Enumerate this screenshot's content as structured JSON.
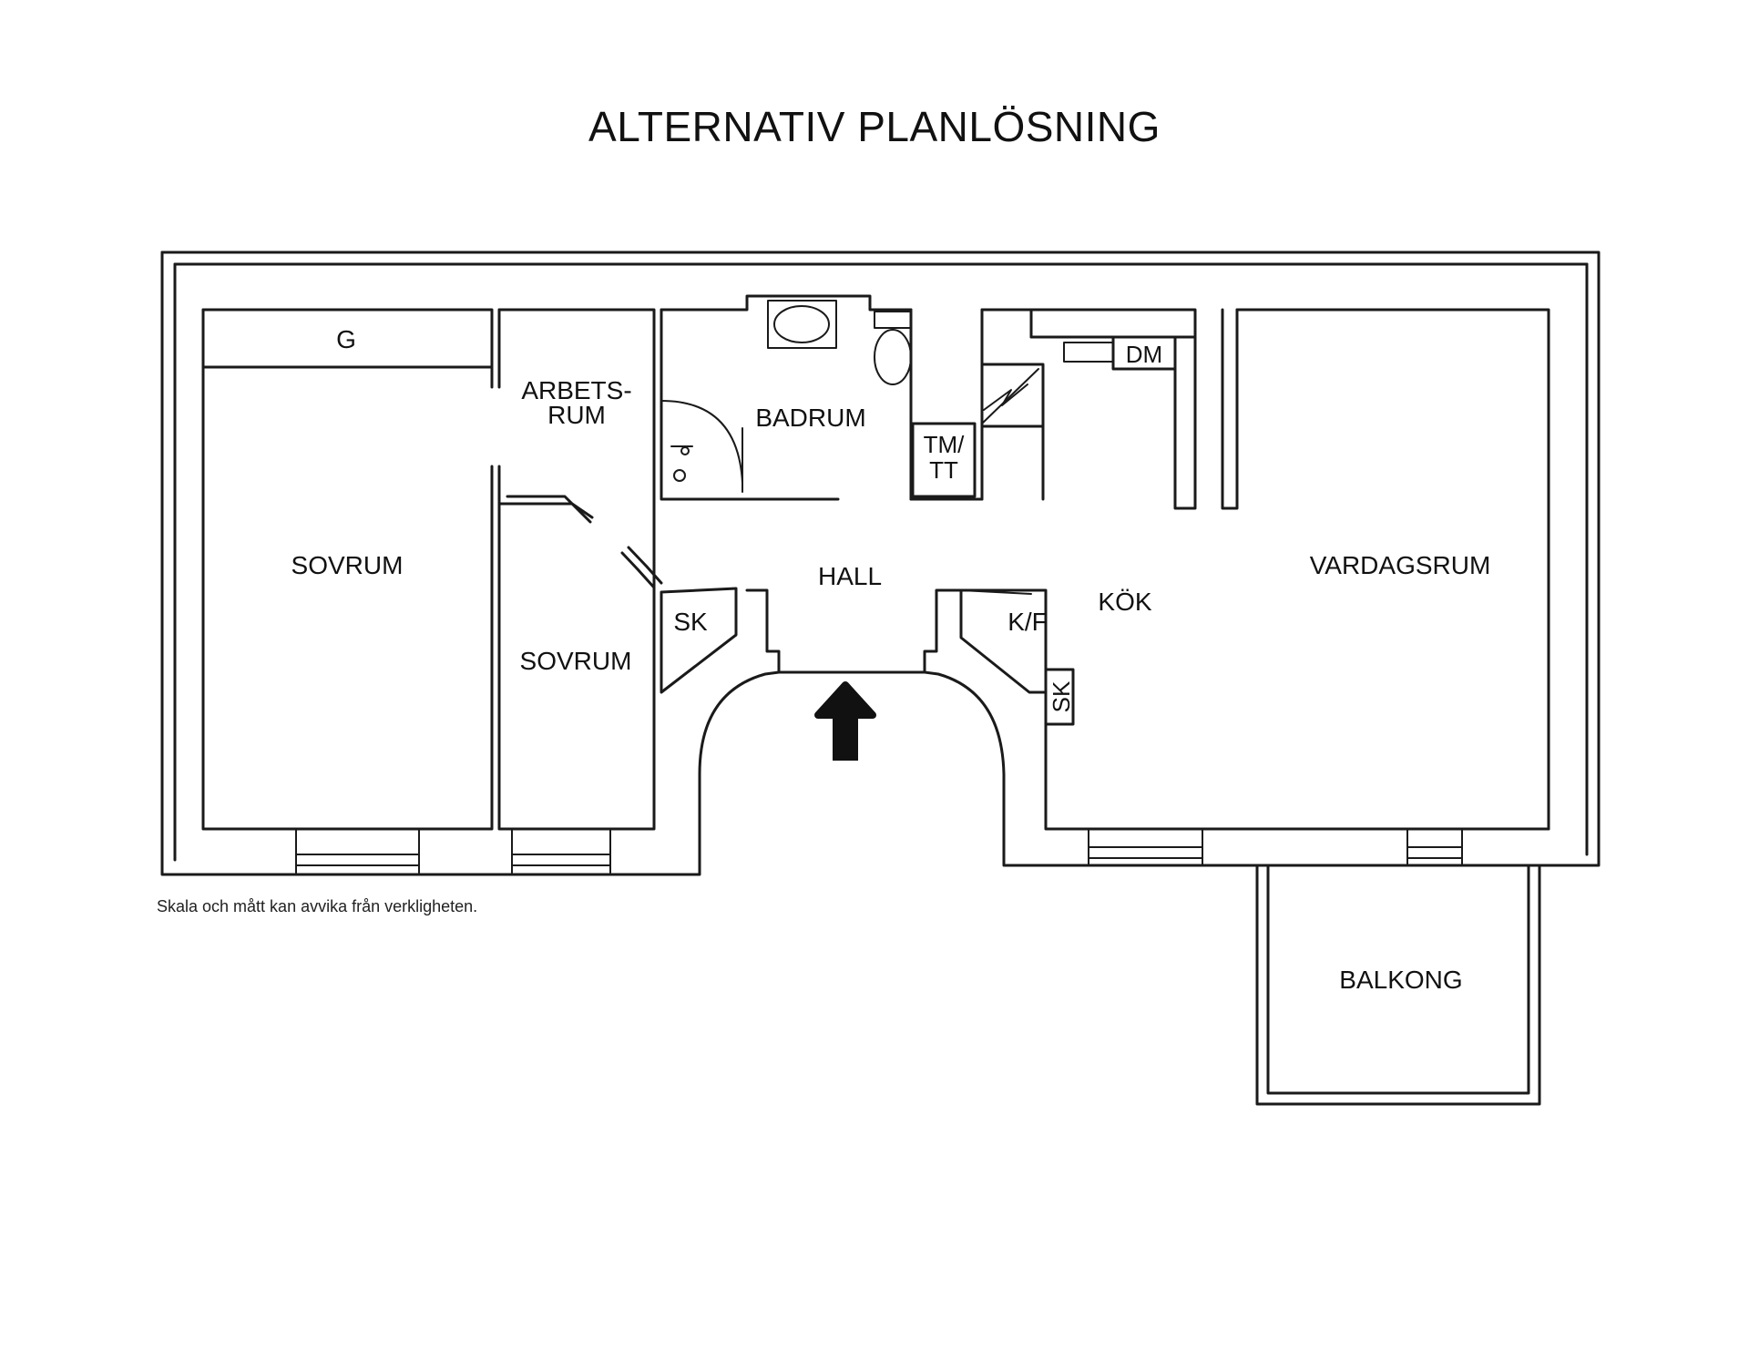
{
  "title": "ALTERNATIV PLANLÖSNING",
  "note": "Skala och mått kan avvika från verkligheten.",
  "rooms": {
    "g": "G",
    "arbetsrum_line1": "ARBETS-",
    "arbetsrum_line2": "RUM",
    "badrum": "BADRUM",
    "tmtt_line1": "TM/",
    "tmtt_line2": "TT",
    "dm": "DM",
    "sovrum_large": "SOVRUM",
    "sovrum_small": "SOVRUM",
    "hall": "HALL",
    "sk_left": "SK",
    "kf": "K/F",
    "sk_right": "SK",
    "kok": "KÖK",
    "vardagsrum": "VARDAGSRUM",
    "balkong": "BALKONG"
  }
}
